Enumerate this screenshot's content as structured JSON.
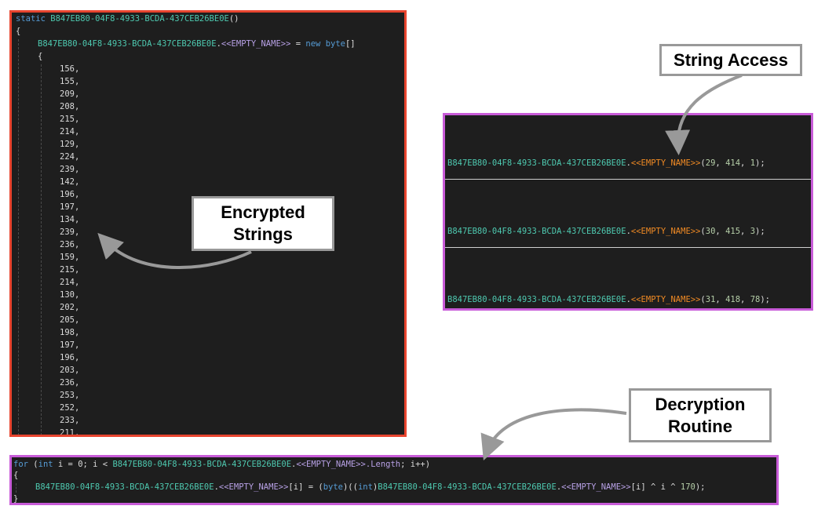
{
  "colors": {
    "encrypted_border": "#e8452f",
    "access_border": "#c85bd8",
    "decryption_border": "#c85bd8",
    "code_background": "#1e1e1e",
    "keyword": "#569cd6",
    "type_name": "#4ec9b0",
    "property": "#b8a1e6",
    "object_name": "#f08a24",
    "number": "#b5cea8",
    "callout_border": "#999999"
  },
  "encrypted_panel": {
    "header_keyword": "static",
    "class_name": "B847EB80-04F8-4933-BCDA-437CEB26BE0E",
    "header_suffix": "()",
    "open_brace": "{",
    "assign_class": "B847EB80-04F8-4933-BCDA-437CEB26BE0E",
    "assign_dot": ".",
    "field_name": "<<EMPTY_NAME>>",
    "assign_eq": " = ",
    "new_keyword": "new",
    "byte_type": "byte",
    "array_brackets": "[]",
    "inner_brace": "{",
    "bytes": [
      "156",
      "155",
      "209",
      "208",
      "215",
      "214",
      "129",
      "224",
      "239",
      "142",
      "196",
      "197",
      "134",
      "239",
      "236",
      "159",
      "215",
      "214",
      "130",
      "202",
      "205",
      "198",
      "197",
      "196",
      "203",
      "236",
      "253",
      "252",
      "233",
      "211"
    ],
    "separator": ","
  },
  "access_panel": {
    "calls": [
      {
        "class_name": "B847EB80-04F8-4933-BCDA-437CEB26BE0E",
        "dot": ".",
        "method": "<<EMPTY_NAME>>",
        "open": "(",
        "a": "29",
        "b": "414",
        "c": "1",
        "comma": ", ",
        "close": ");"
      },
      {
        "class_name": "B847EB80-04F8-4933-BCDA-437CEB26BE0E",
        "dot": ".",
        "method": "<<EMPTY_NAME>>",
        "open": "(",
        "a": "30",
        "b": "415",
        "c": "3",
        "comma": ", ",
        "close": ");"
      },
      {
        "class_name": "B847EB80-04F8-4933-BCDA-437CEB26BE0E",
        "dot": ".",
        "method": "<<EMPTY_NAME>>",
        "open": "(",
        "a": "31",
        "b": "418",
        "c": "78",
        "comma": ", ",
        "close": ");"
      }
    ]
  },
  "decryption_panel": {
    "for_kw": "for",
    "open_paren": " (",
    "int_kw": "int",
    "loop_init": " i = 0; i < ",
    "class_name": "B847EB80-04F8-4933-BCDA-437CEB26BE0E",
    "dot": ".",
    "field_name": "<<EMPTY_NAME>>",
    "length_prop": ".Length",
    "loop_end": "; i++)",
    "open_brace": "{",
    "index_expr": "[i] = (",
    "byte_kw": "byte",
    "cast_open": ")((",
    "int_kw2": "int",
    "cast_close": ")",
    "xor_expr": "[i] ^ i ^ ",
    "xor_key": "170",
    "end_stmt": ");",
    "close_brace": "}"
  },
  "callouts": {
    "encrypted_line1": "Encrypted",
    "encrypted_line2": "Strings",
    "access": "String Access",
    "decryption_line1": "Decryption",
    "decryption_line2": "Routine"
  }
}
